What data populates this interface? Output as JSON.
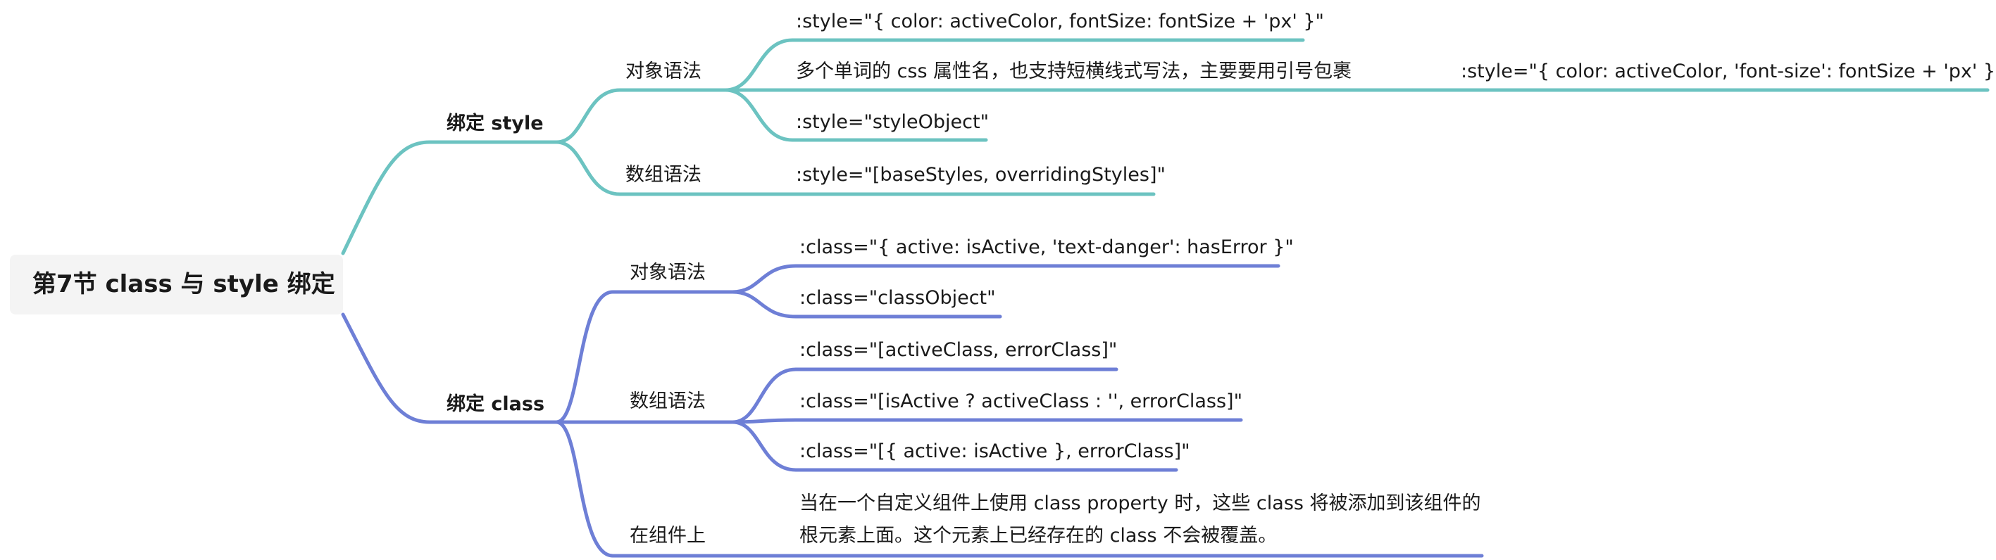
{
  "root": {
    "label": "第7节 class 与 style 绑定"
  },
  "colors": {
    "style_branch": "#6cc3c1",
    "class_branch": "#6e7fd6",
    "root_bg": "#f4f4f4"
  },
  "style": {
    "label": "绑定 style",
    "object_syntax": {
      "label": "对象语法",
      "leaves": [
        ":style=\"{ color: activeColor, fontSize: fontSize + 'px' }\"",
        "多个单词的 css 属性名，也支持短横线式写法，主要要用引号包裹",
        ":style=\"styleObject\""
      ],
      "sub_leaf": ":style=\"{ color: activeColor, 'font-size': fontSize + 'px' }\""
    },
    "array_syntax": {
      "label": "数组语法",
      "leaves": [
        ":style=\"[baseStyles, overridingStyles]\""
      ]
    }
  },
  "class": {
    "label": "绑定 class",
    "object_syntax": {
      "label": "对象语法",
      "leaves": [
        ":class=\"{ active: isActive, 'text-danger': hasError }\"",
        ":class=\"classObject\""
      ]
    },
    "array_syntax": {
      "label": "数组语法",
      "leaves": [
        ":class=\"[activeClass, errorClass]\"",
        ":class=\"[isActive ? activeClass : '', errorClass]\"",
        ":class=\"[{ active: isActive }, errorClass]\""
      ]
    },
    "component": {
      "label": "在组件上",
      "leaves": [
        "当在一个自定义组件上使用 class property 时，这些 class 将被添加到该组件的根元素上面。这个元素上已经存在的 class 不会被覆盖。"
      ]
    }
  }
}
